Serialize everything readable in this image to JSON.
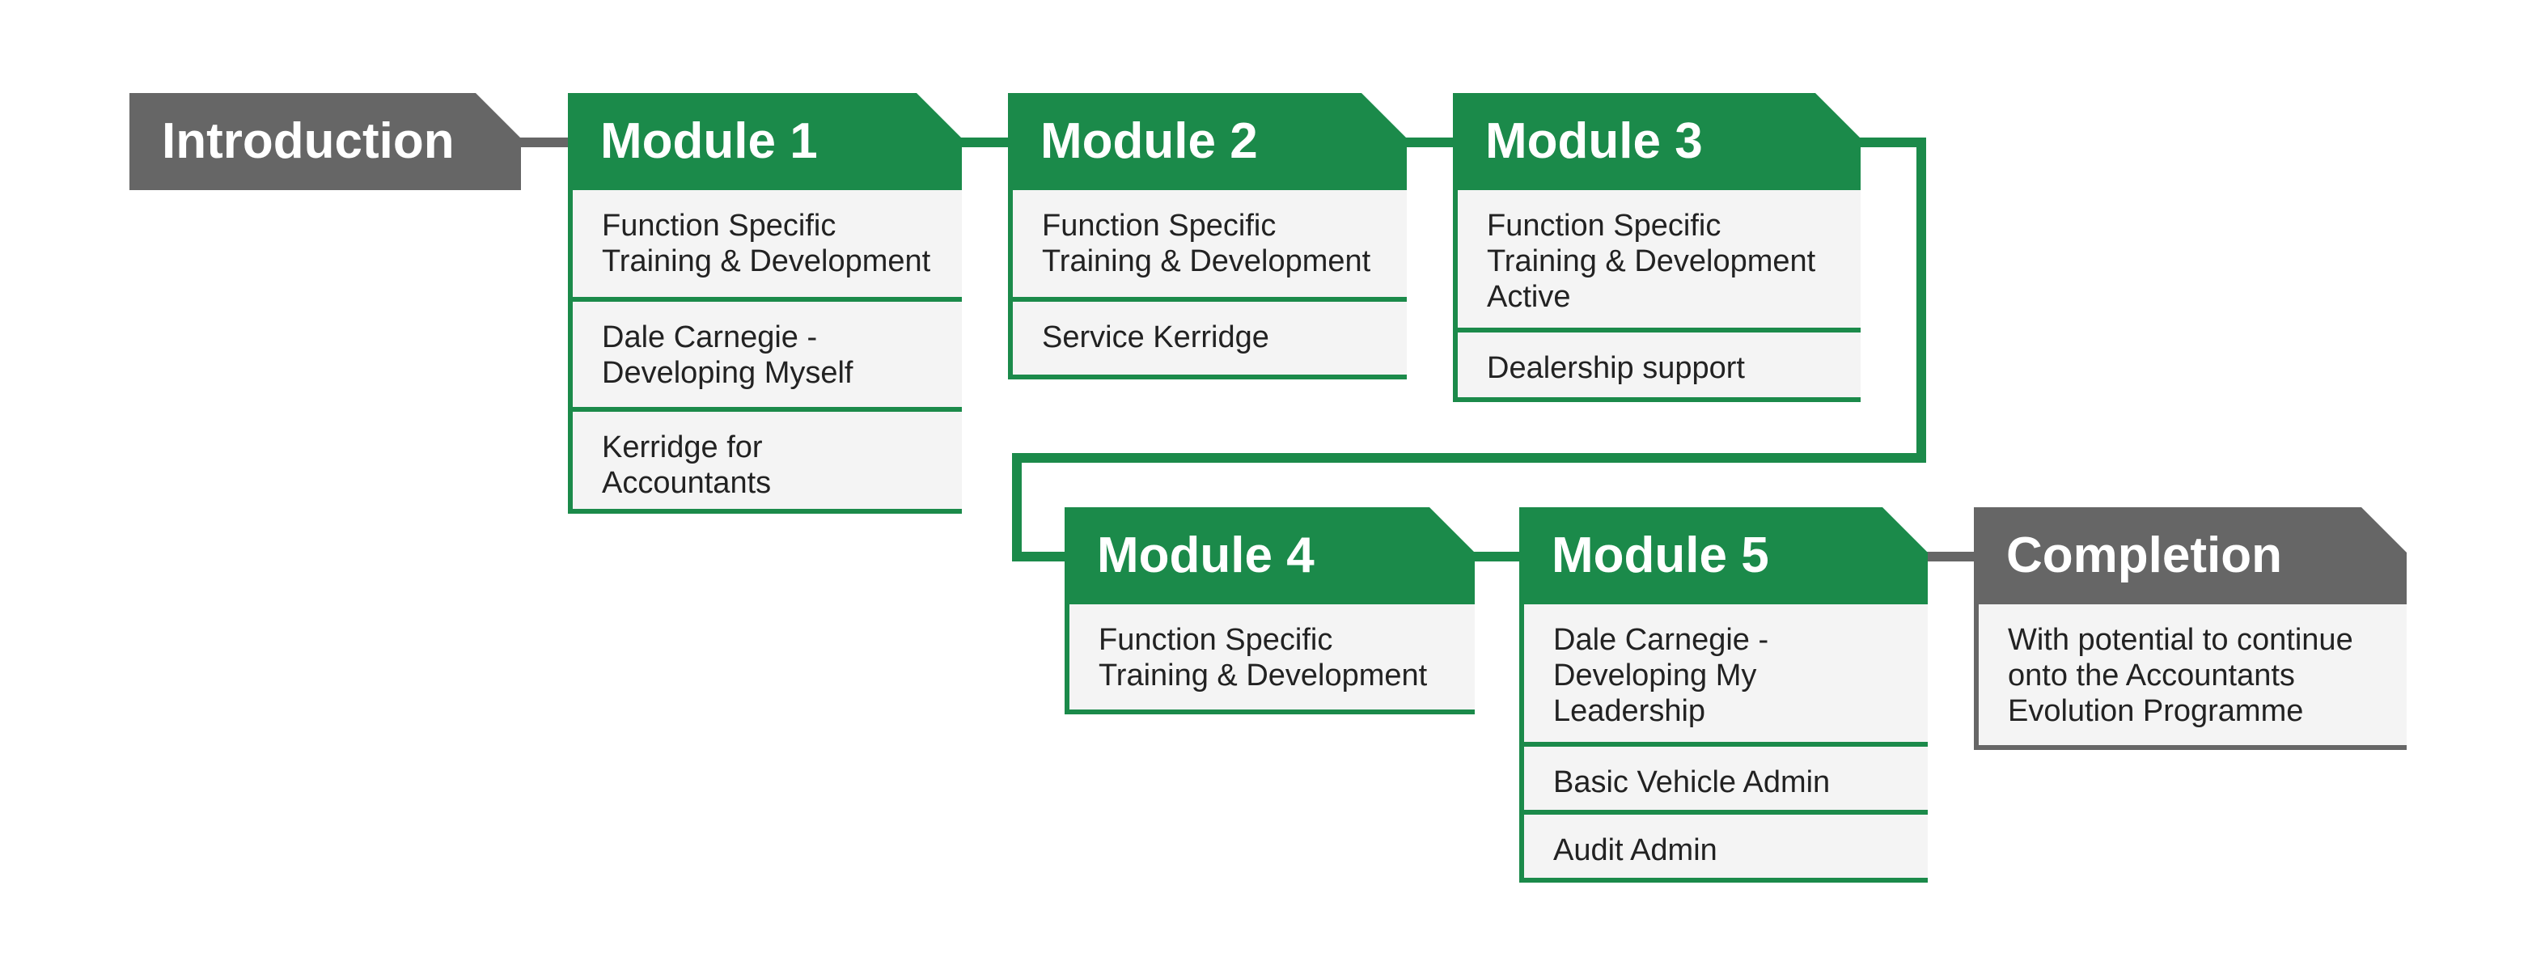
{
  "colors": {
    "green": "#1b8a4a",
    "grey": "#666666",
    "item_bg": "#f4f4f4"
  },
  "introduction": {
    "title": "Introduction"
  },
  "modules": [
    {
      "title": "Module 1",
      "items": [
        "Function Specific\nTraining & Development",
        "Dale Carnegie -\nDeveloping Myself",
        "Kerridge for\nAccountants"
      ]
    },
    {
      "title": "Module 2",
      "items": [
        "Function Specific\nTraining & Development",
        "Service Kerridge"
      ]
    },
    {
      "title": "Module 3",
      "items": [
        "Function Specific\nTraining & Development\nActive",
        "Dealership support"
      ]
    },
    {
      "title": "Module 4",
      "items": [
        "Function Specific\nTraining & Development"
      ]
    },
    {
      "title": "Module 5",
      "items": [
        "Dale Carnegie -\nDeveloping My\nLeadership",
        "Basic Vehicle Admin",
        "Audit Admin"
      ]
    }
  ],
  "completion": {
    "title": "Completion",
    "items": [
      "With potential to continue\nonto the Accountants\nEvolution Programme"
    ]
  }
}
